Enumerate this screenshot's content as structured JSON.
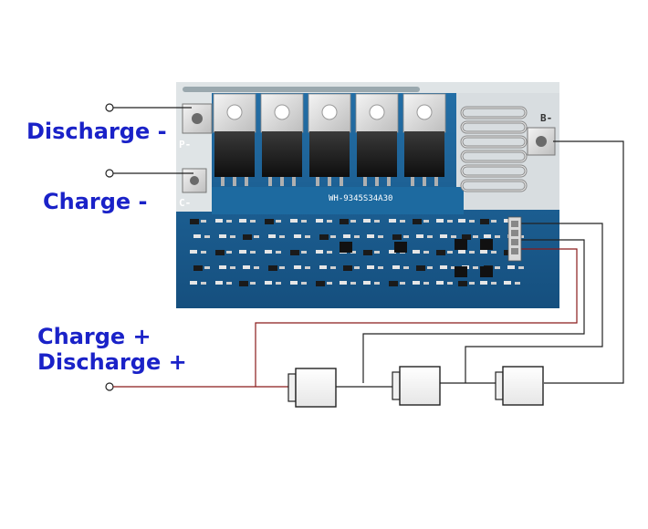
{
  "labels": {
    "discharge_neg": "Discharge -",
    "charge_neg": "Charge -",
    "charge_pos": "Charge +",
    "discharge_pos": "Discharge +"
  },
  "board": {
    "model": "WH-9345S34A30",
    "pad_p": "P-",
    "pad_c": "C-",
    "pad_b": "B-"
  },
  "colors": {
    "label": "#1a22c8",
    "pcb": "#1a5a8c",
    "wire_black": "#222222",
    "wire_red": "#8a1a1a"
  }
}
